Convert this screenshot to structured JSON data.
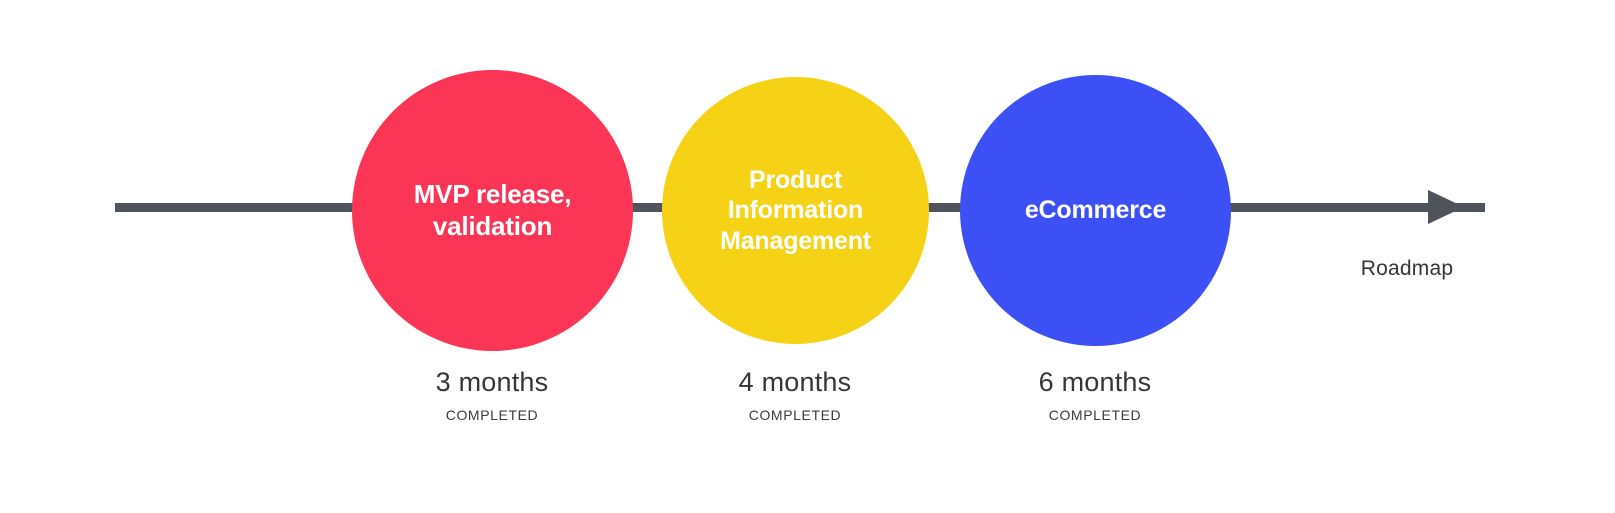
{
  "diagram": {
    "type": "roadmap-timeline",
    "background_color": "#FFFFFF",
    "axis": {
      "line_color": "#4F535C",
      "direction": "left-to-right",
      "end_label": "Roadmap"
    },
    "milestones": [
      {
        "id": "mvp-release",
        "label": "MVP release,\nvalidation",
        "color": "#FA3556",
        "color_name": "red",
        "duration": "3 months",
        "status": "COMPLETED"
      },
      {
        "id": "product-information-management",
        "label": "Product\nInformation\nManagement",
        "color": "#F5D216",
        "color_name": "yellow",
        "duration": "4 months",
        "status": "COMPLETED"
      },
      {
        "id": "ecommerce",
        "label": "eCommerce",
        "color": "#3D50F5",
        "color_name": "blue",
        "duration": "6 months",
        "status": "COMPLETED"
      }
    ]
  }
}
